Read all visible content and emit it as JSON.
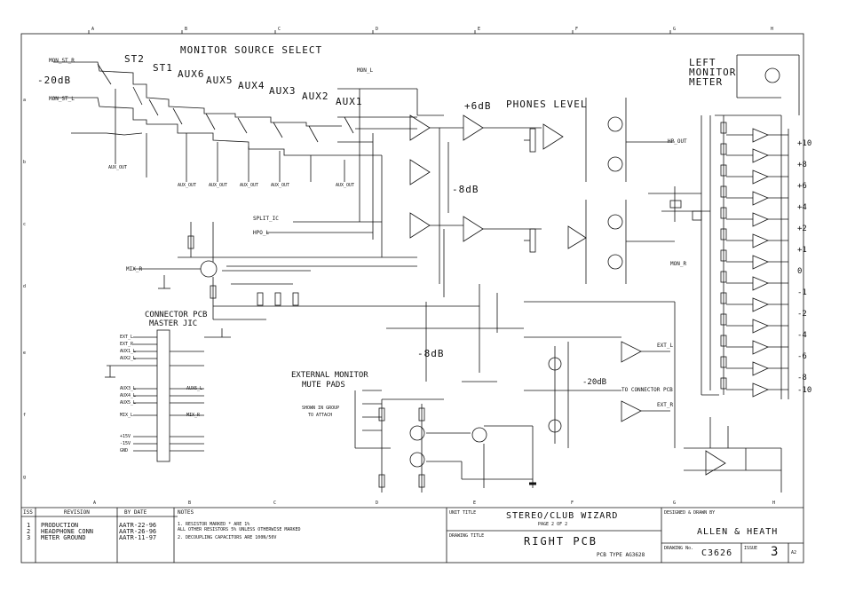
{
  "sections": {
    "monitor_source_select": "MONITOR SOURCE SELECT",
    "left_monitor_meter": [
      "LEFT",
      "MONITOR",
      "METER"
    ],
    "phones_level": "PHONES LEVEL",
    "external_monitor_mute_pads": [
      "EXTERNAL MONITOR",
      "MUTE PADS"
    ],
    "connector_pcb_master_jic": [
      "CONNECTOR PCB",
      "MASTER JIC"
    ]
  },
  "switch_labels": [
    "ST2",
    "ST1",
    "AUX6",
    "AUX5",
    "AUX4",
    "AUX3",
    "AUX2",
    "AUX1"
  ],
  "level_labels": {
    "minus20_top": "-20dB",
    "plus6": "+6dB",
    "minus8_mid": "-8dB",
    "minus8_lower": "-8dB",
    "minus20_lower": "-20dB"
  },
  "meter_scale": [
    "+10",
    "+8",
    "+6",
    "+4",
    "+2",
    "+1",
    "0",
    "-1",
    "-2",
    "-4",
    "-6",
    "-8",
    "-10"
  ],
  "net_labels": {
    "mon_st_r": "MON_ST_R",
    "mon_st_l": "MON_ST_L",
    "mon_l": "MON_L",
    "split_ic": "SPLIT_IC",
    "hpo_l": "HPO_L",
    "hp_out": "HP_OUT",
    "mix_r": "MIX_R",
    "mon_r": "MON_R",
    "to_connector_pcb": "TO CONNECTOR PCB",
    "shown_in_group": "SHOWN IN GROUP",
    "to_attach": "TO ATTACH",
    "ext_l": "EXT_L",
    "ext_r": "EXT_R",
    "aux_out": [
      "AUX_OUT",
      "AUX_OUT",
      "AUX_OUT",
      "AUX_OUT",
      "AUX_OUT",
      "AUX_OUT"
    ],
    "connector_pins": [
      "EXT_L",
      "EXT_R",
      "AUX1_L",
      "AUX2_L",
      "AUX3_L",
      "AUX4_L",
      "AUX5_L",
      "AUX6_L",
      "MIX_L",
      "MIX_R",
      "+15V",
      "-15V",
      "GND"
    ]
  },
  "grid": {
    "top": [
      "A",
      "B",
      "C",
      "D",
      "E",
      "F",
      "G",
      "H"
    ],
    "bottom": [
      "A",
      "B",
      "C",
      "D",
      "E",
      "F",
      "G",
      "H"
    ],
    "left": [
      "a",
      "b",
      "c",
      "d",
      "e",
      "f",
      "g"
    ]
  },
  "title_block": {
    "iss_header": "ISS",
    "revision_header": "REVISION",
    "by_date_header": "BY DATE",
    "notes_header": "NOTES",
    "revisions": [
      {
        "iss": "1",
        "text": "PRODUCTION",
        "date": "AATR-22-96"
      },
      {
        "iss": "2",
        "text": "HEADPHONE CONN",
        "date": "AATR-26-96"
      },
      {
        "iss": "3",
        "text": "METER GROUND",
        "date": "AATR-11-97"
      }
    ],
    "notes": [
      "1. RESISTOR MARKED * ARE 1%",
      "   ALL OTHER RESISTORS 5% UNLESS OTHERWISE MARKED",
      "2. DECOUPLING CAPACITORS ARE 100N/50V"
    ],
    "unit_title_label": "UNIT TITLE",
    "unit_title": "STEREO/CLUB WIZARD",
    "page": "PAGE 2 OF 2",
    "drawing_title_label": "DRAWING TITLE",
    "drawing_title": "RIGHT PCB",
    "pcb_type": "PCB TYPE AG3628",
    "designed_by_label": "DESIGNED & DRAWN BY",
    "company": "ALLEN & HEATH",
    "drawing_no_label": "DRAWING No.",
    "drawing_no": "C3626",
    "issue_label": "ISSUE",
    "issue": "3",
    "sheet_size": "A2"
  },
  "colors": {
    "ink": "#111111",
    "paper": "#ffffff"
  }
}
